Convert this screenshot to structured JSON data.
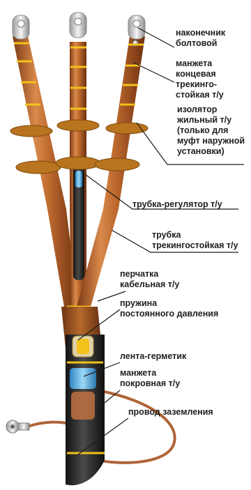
{
  "colors": {
    "copper": "#b8642e",
    "copper_light": "#e09a5c",
    "copper_dark": "#7e3a14",
    "yellow_band": "#f2c21a",
    "sleeve_black": "#2b2b2b",
    "sealant_blue": "#5bb6e8",
    "leader_line": "#1a1a1a"
  },
  "labels": {
    "lug": "наконечник\nболтовой",
    "end_sleeve": "манжета\nконцевая\nтрекинго-\nстойкая т/у",
    "insulator": "изолятор\nжильный т/у\n(только для\nмуфт наружной\nустановки)",
    "regulator_tube": "трубка-регулятор т/у",
    "tracking_tube": "трубка\nтрекингостойкая т/у",
    "glove": "перчатка\nкабельная т/у",
    "spring": "пружина\nпостоянного давления",
    "sealant_tape": "лента-герметик",
    "cover_sleeve": "манжета\nпокровная т/у",
    "ground_wire": "провод заземления"
  }
}
